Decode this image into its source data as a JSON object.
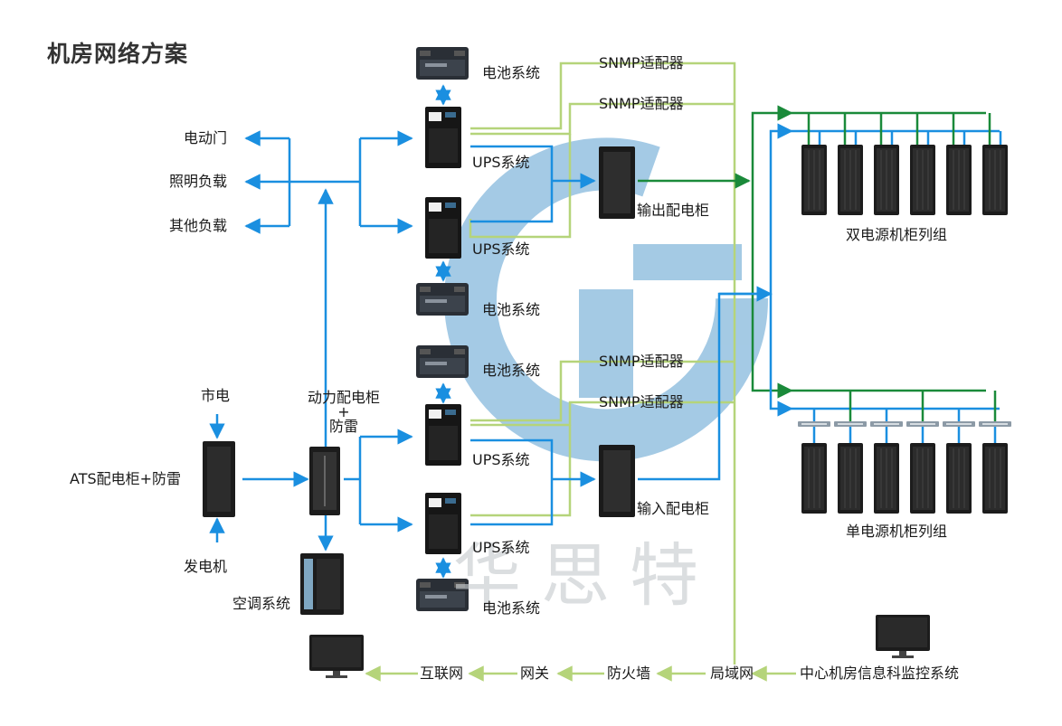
{
  "title": "机房网络方案",
  "watermark": "华思特",
  "labels": {
    "electric_door": "电动门",
    "lighting_load": "照明负载",
    "other_load": "其他负载",
    "city_power": "市电",
    "ats_cabinet": "ATS配电柜+防雷",
    "generator": "发电机",
    "power_cabinet": "动力配电柜\n+\n防雷",
    "aircon": "空调系统",
    "battery_1": "电池系统",
    "battery_2": "电池系统",
    "battery_3": "电池系统",
    "battery_4": "电池系统",
    "ups_1": "UPS系统",
    "ups_2": "UPS系统",
    "ups_3": "UPS系统",
    "ups_4": "UPS系统",
    "snmp_1": "SNMP适配器",
    "snmp_2": "SNMP适配器",
    "snmp_3": "SNMP适配器",
    "snmp_4": "SNMP适配器",
    "output_cabinet": "输出配电柜",
    "input_cabinet": "输入配电柜",
    "dual_rack_group": "双电源机柜列组",
    "single_rack_group": "单电源机柜列组",
    "internet": "互联网",
    "gateway": "网关",
    "firewall": "防火墙",
    "lan": "局域网",
    "monitor_system": "中心机房信息科监控系统"
  },
  "colors": {
    "power_line": "#1a8fe0",
    "network_line": "#b5d47a",
    "green_line": "#1a8a3a",
    "equipment": "#1c1c1c",
    "logo": "#5a9fcf"
  }
}
